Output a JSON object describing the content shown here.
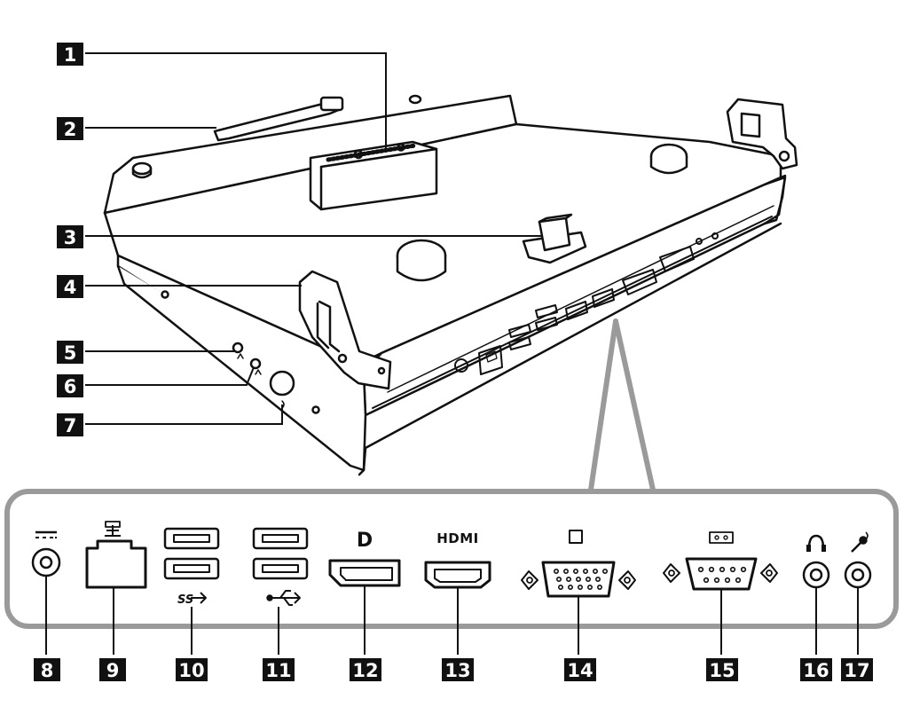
{
  "callouts_top": [
    {
      "id": 1,
      "label": "1"
    },
    {
      "id": 2,
      "label": "2"
    },
    {
      "id": 3,
      "label": "3"
    },
    {
      "id": 4,
      "label": "4"
    },
    {
      "id": 5,
      "label": "5"
    },
    {
      "id": 6,
      "label": "6"
    },
    {
      "id": 7,
      "label": "7"
    }
  ],
  "callouts_bottom": [
    {
      "id": 8,
      "label": "8",
      "port": "dc-power-in"
    },
    {
      "id": 9,
      "label": "9",
      "port": "ethernet"
    },
    {
      "id": 10,
      "label": "10",
      "port": "usb-3-0"
    },
    {
      "id": 11,
      "label": "11",
      "port": "usb-2-0"
    },
    {
      "id": 12,
      "label": "12",
      "port": "displayport"
    },
    {
      "id": 13,
      "label": "13",
      "port": "hdmi"
    },
    {
      "id": 14,
      "label": "14",
      "port": "vga"
    },
    {
      "id": 15,
      "label": "15",
      "port": "serial"
    },
    {
      "id": 16,
      "label": "16",
      "port": "headphone"
    },
    {
      "id": 17,
      "label": "17",
      "port": "microphone"
    }
  ],
  "port_symbols": {
    "hdmi": "HDMI",
    "displayport": "D",
    "usb3": "SS"
  },
  "colors": {
    "line": "#111111",
    "panel_border": "#9a9a9a",
    "badge": "#111111"
  }
}
